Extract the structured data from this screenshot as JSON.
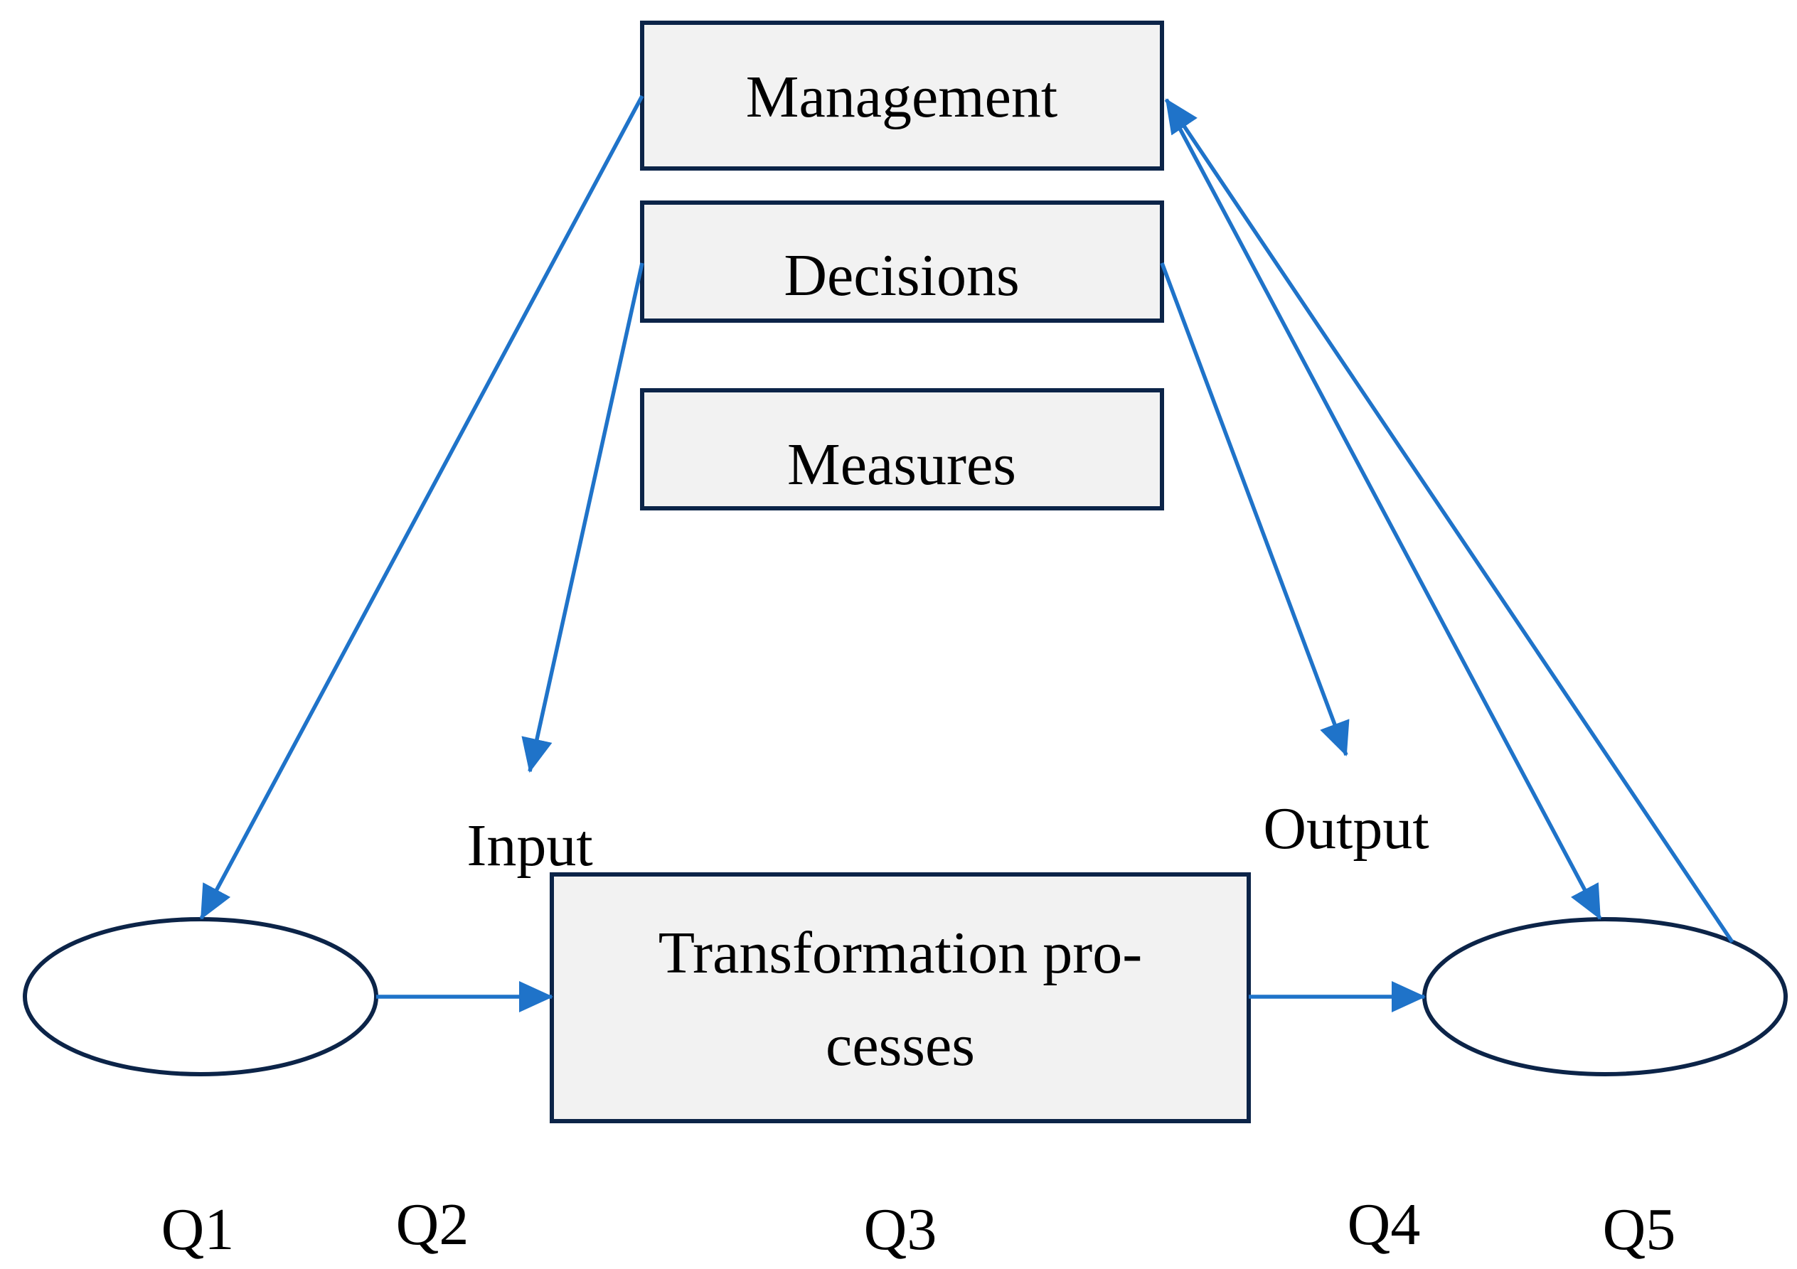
{
  "nodes": {
    "management": "Management",
    "decisions": "Decisions",
    "measures": "Measures",
    "transformation_line1": "Transformation pro-",
    "transformation_line2": "cesses"
  },
  "labels": {
    "input": "Input",
    "output": "Output"
  },
  "quarters": [
    "Q1",
    "Q2",
    "Q3",
    "Q4",
    "Q5"
  ],
  "colors": {
    "arrow": "#1f73c9",
    "box_fill": "#f2f2f2",
    "outline": "#0c2448"
  }
}
